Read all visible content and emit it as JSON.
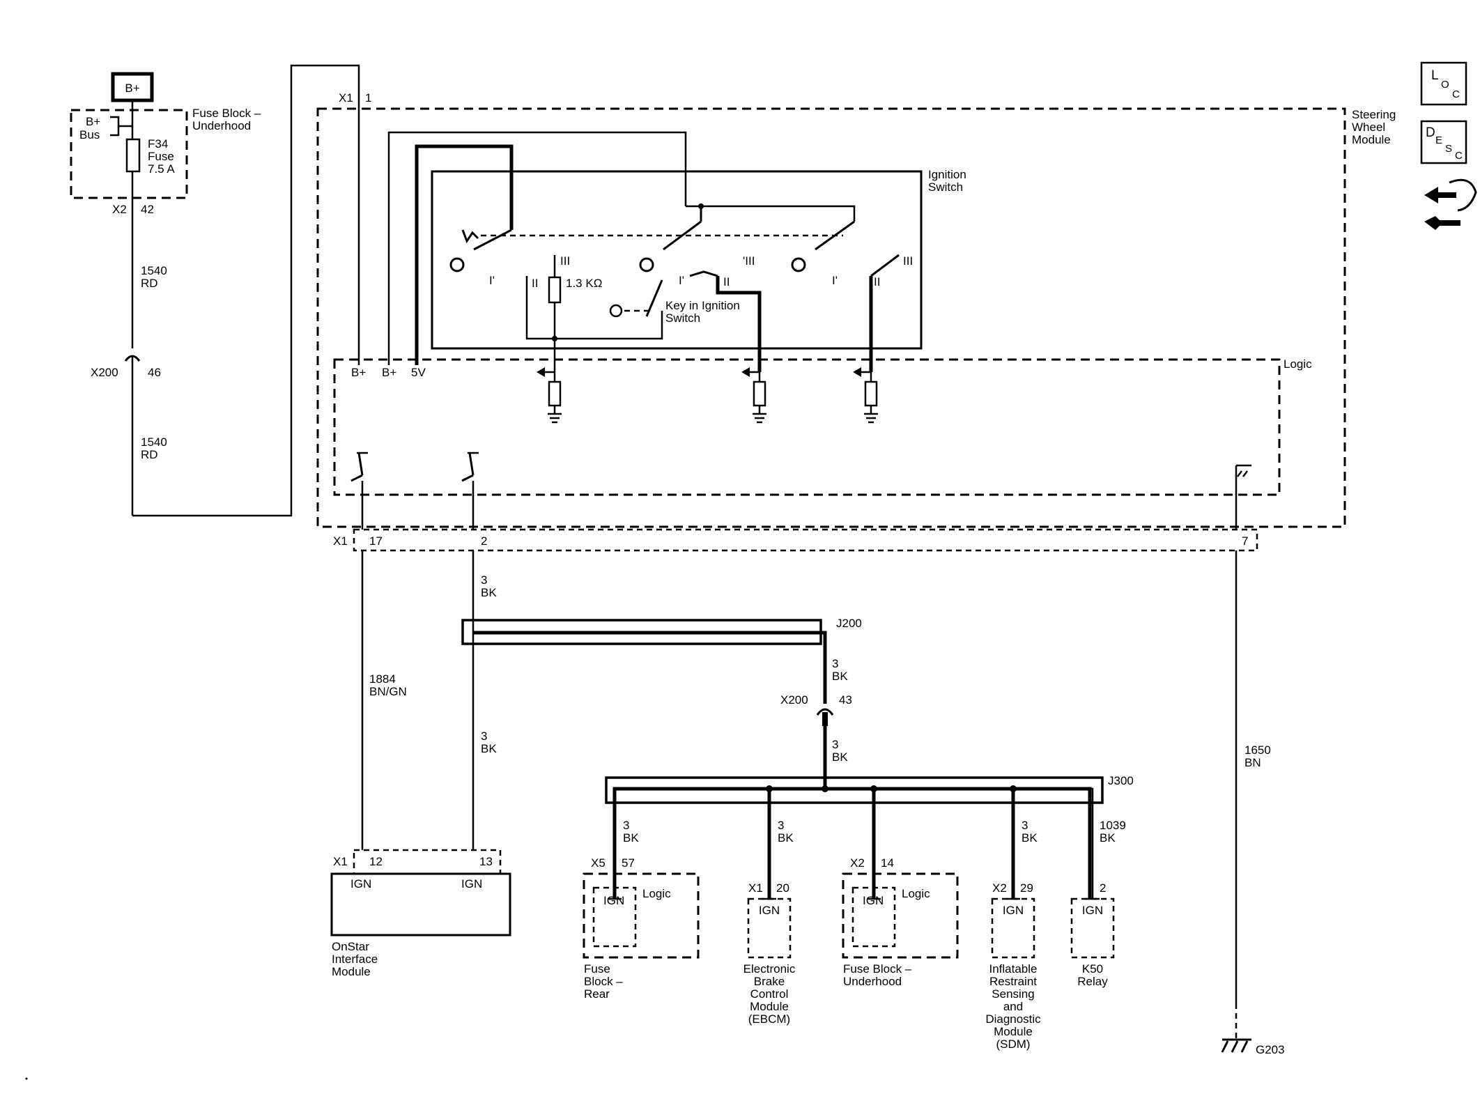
{
  "power_source": {
    "label": "B+"
  },
  "fuse_block_underhood": {
    "bus_label": [
      "B+",
      "Bus"
    ],
    "name": [
      "Fuse Block –",
      "Underhood"
    ],
    "fuse": [
      "F34",
      "Fuse",
      "7.5 A"
    ],
    "connector": "X2",
    "pin": "42"
  },
  "wires": {
    "w1540_a": [
      "1540",
      "RD"
    ],
    "w1540_b": [
      "1540",
      "RD"
    ],
    "w3_a": [
      "3",
      "BK"
    ],
    "w3_b": [
      "3",
      "BK"
    ],
    "w3_c": [
      "3",
      "BK"
    ],
    "w3_d": [
      "3",
      "BK"
    ],
    "w1884": [
      "1884",
      "BN/GN"
    ],
    "w1650": [
      "1650",
      "BN"
    ],
    "w3_fbr": [
      "3",
      "BK"
    ],
    "w3_ebcm": [
      "3",
      "BK"
    ],
    "w3_sdm": [
      "3",
      "BK"
    ],
    "w1039": [
      "1039",
      "BK"
    ]
  },
  "inline_connectors": {
    "x200_upper": {
      "name": "X200",
      "pin": "46"
    },
    "x200_lower": {
      "name": "X200",
      "pin": "43"
    }
  },
  "splices": {
    "j200": "J200",
    "j300": "J300"
  },
  "steering_wheel_module": {
    "name": [
      "Steering",
      "Wheel",
      "Module"
    ],
    "top_connector": "X1",
    "top_pin": "1",
    "bottom_connector": "X1",
    "pins": [
      "17",
      "2",
      "7"
    ],
    "logic_label": "Logic",
    "logic_inputs": [
      "B+",
      "B+",
      "5V"
    ]
  },
  "ignition_switch": {
    "name": [
      "Ignition",
      "Switch"
    ],
    "resistor": "1.3 KΩ",
    "key_switch": [
      "Key in Ignition",
      "Switch"
    ],
    "positions": [
      "I'",
      "II",
      "III",
      "I'",
      "'III",
      "II",
      "I'",
      "II",
      "III"
    ]
  },
  "onstar": {
    "connector": "X1",
    "pins": [
      "12",
      "13"
    ],
    "ign_labels": [
      "IGN",
      "IGN"
    ],
    "name": [
      "OnStar",
      "Interface",
      "Module"
    ]
  },
  "loads": [
    {
      "id": "fbr",
      "connector": "X5",
      "pin": "57",
      "ign": "IGN",
      "logic": "Logic",
      "name": [
        "Fuse",
        "Block –",
        "Rear"
      ]
    },
    {
      "id": "ebcm",
      "connector": "X1",
      "pin": "20",
      "ign": "IGN",
      "name": [
        "Electronic",
        "Brake",
        "Control",
        "Module",
        "(EBCM)"
      ]
    },
    {
      "id": "fbu",
      "connector": "X2",
      "pin": "14",
      "ign": "IGN",
      "logic": "Logic",
      "name": [
        "Fuse Block –",
        "Underhood"
      ]
    },
    {
      "id": "sdm",
      "connector": "X2",
      "pin": "29",
      "ign": "IGN",
      "name": [
        "Inflatable",
        "Restraint",
        "Sensing",
        "and",
        "Diagnostic",
        "Module",
        "(SDM)"
      ]
    },
    {
      "id": "k50",
      "pin": "2",
      "ign": "IGN",
      "name": [
        "K50",
        "Relay"
      ]
    }
  ],
  "ground": {
    "label": "G203"
  },
  "side_icons": {
    "loc": {
      "big": "L",
      "small1": "O",
      "small2": "C"
    },
    "desc": {
      "big": "D",
      "small1": "E",
      "small2": "S",
      "small3": "C"
    },
    "service_icon": "service-connector-wrench-icon"
  }
}
